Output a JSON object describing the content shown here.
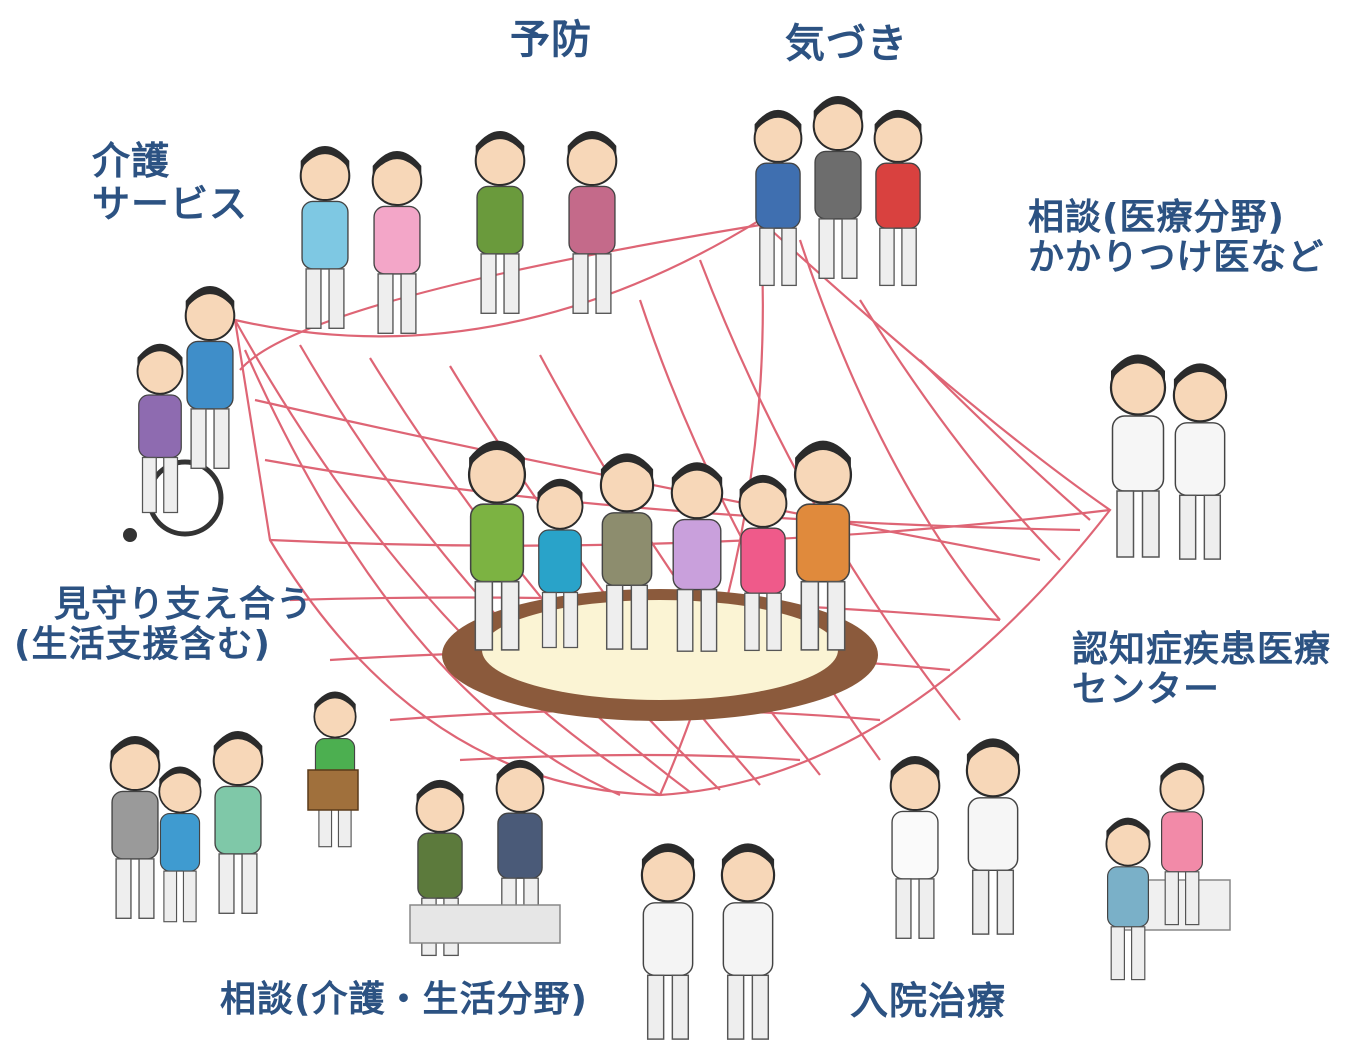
{
  "colors": {
    "label": "#2c5282",
    "net": "#d94b5e",
    "platform_rim": "#8b5a3c",
    "platform_face": "#fbf4d4"
  },
  "labels": {
    "yobou": "予防",
    "kizuki": "気づき",
    "kaigo_line1": "介護",
    "kaigo_line2": "サービス",
    "iryo_soudan_line1": "相談(医療分野)",
    "iryo_soudan_line2": "かかりつけ医など",
    "mimamori_line1": "見守り支え合う",
    "mimamori_line2": "(生活支援含む)",
    "ninchisho_line1": "認知症疾患医療",
    "ninchisho_line2": "センター",
    "kaigo_soudan": "相談(介護・生活分野)",
    "nyuin": "入院治療"
  },
  "groups": {
    "caregivers": "caregiver-staff-icon",
    "exercise": "exercising-seniors-icon",
    "cheering": "cheering-people-icon",
    "wheelchair": "wheelchair-care-icon",
    "doctors": "doctors-icon",
    "community": "community-neighbors-icon",
    "delivery": "delivery-person-icon",
    "consult": "consultation-desk-icon",
    "medical_staff": "medical-staff-icon",
    "nurse_doctor": "nurse-doctor-icon",
    "dementia_center": "dementia-center-consult-icon",
    "family": "family-on-platform-icon"
  }
}
